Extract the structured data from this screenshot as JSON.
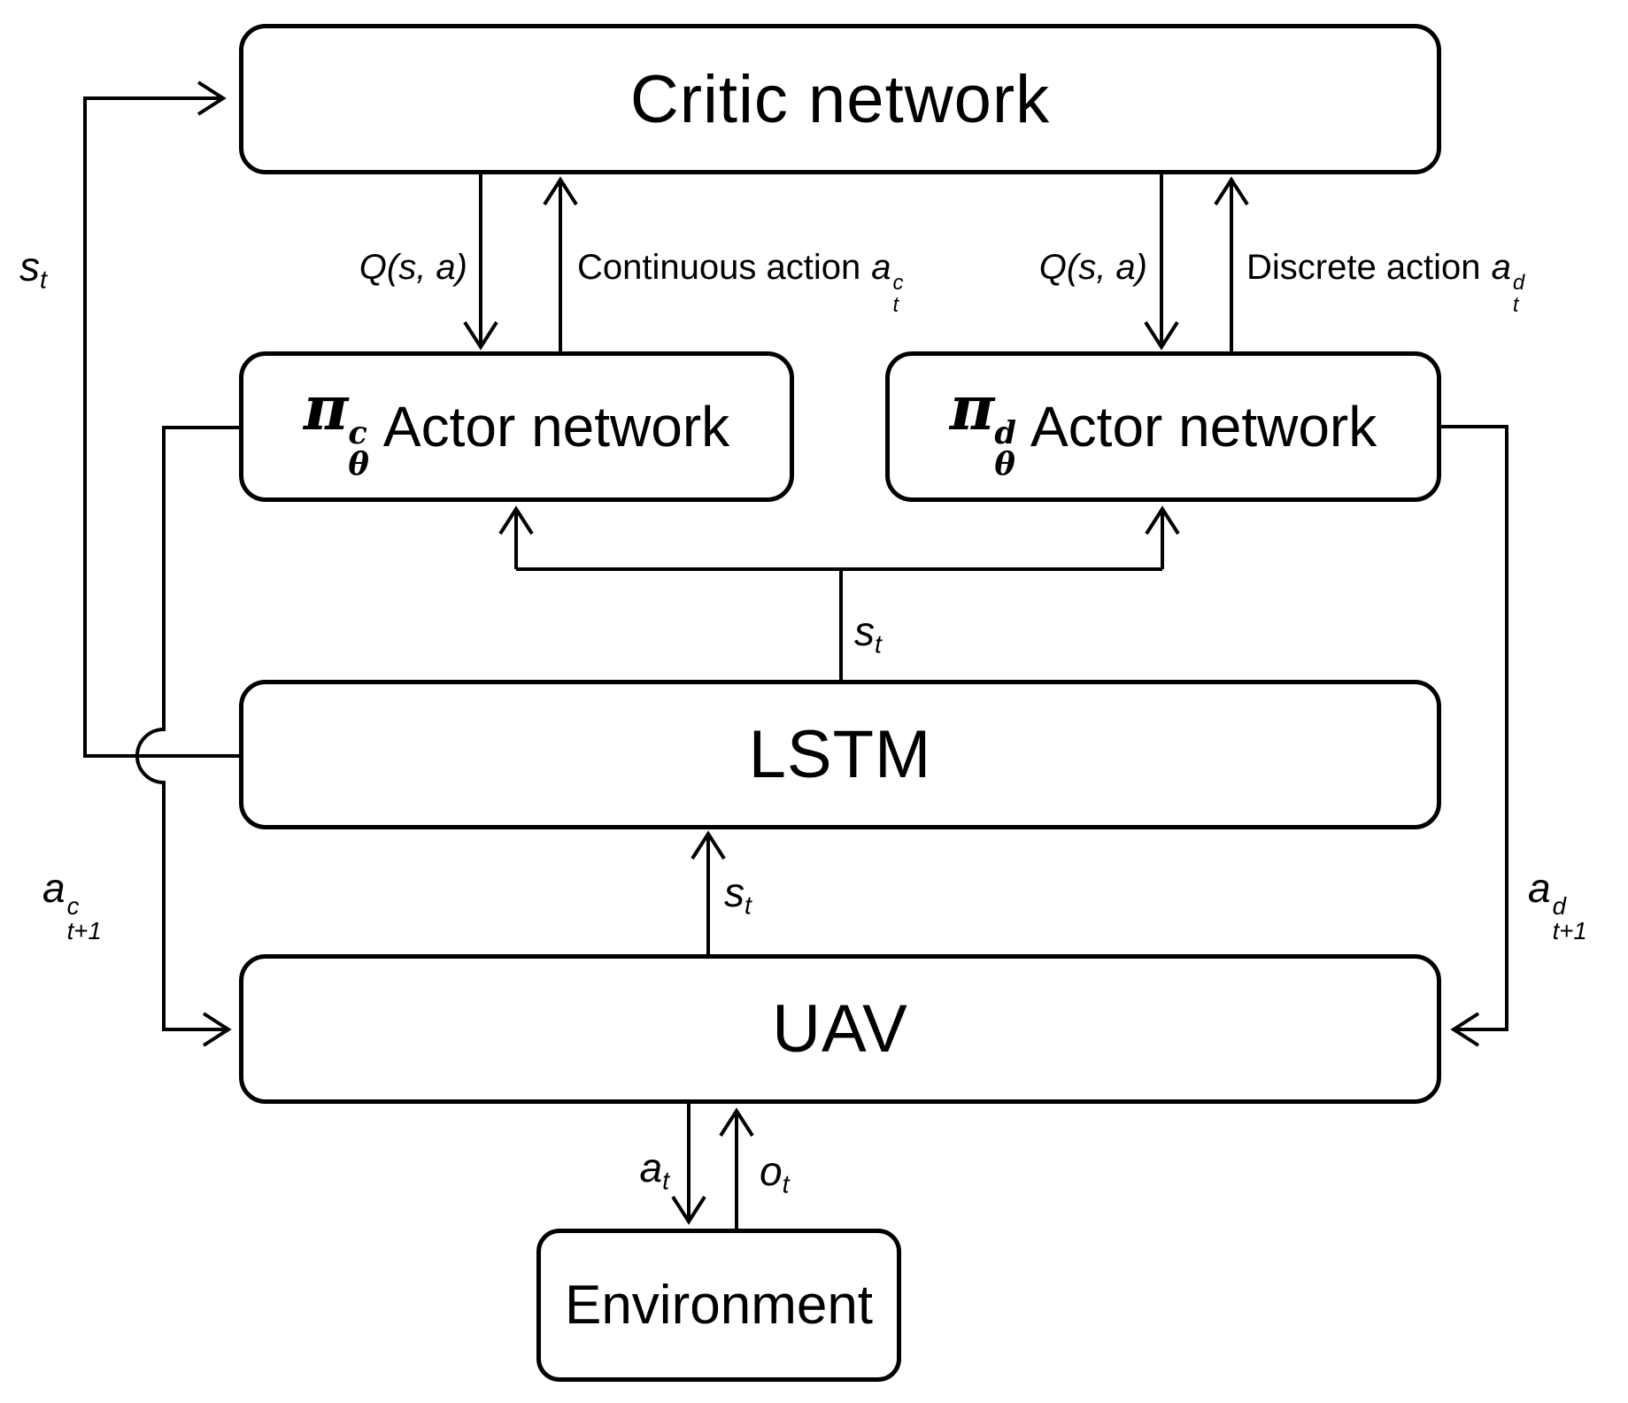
{
  "boxes": {
    "critic": {
      "label": "Critic network"
    },
    "actor_c": {
      "pi": "π",
      "sup": "c",
      "sub": "θ",
      "label": "Actor network"
    },
    "actor_d": {
      "pi": "π",
      "sup": "d",
      "sub": "θ",
      "label": "Actor network"
    },
    "lstm": {
      "label": "LSTM"
    },
    "uav": {
      "label": "UAV"
    },
    "environment": {
      "label": "Environment"
    }
  },
  "edges": {
    "state_to_critic": {
      "base": "s",
      "sub": "t"
    },
    "q_left": {
      "label": "Q(s, a)"
    },
    "continuous_action": {
      "text": "Continuous action",
      "base": "a",
      "sup": "c",
      "sub": "t"
    },
    "q_right": {
      "label": "Q(s, a)"
    },
    "discrete_action": {
      "text": "Discrete action",
      "base": "a",
      "sup": "d",
      "sub": "t"
    },
    "state_to_actors": {
      "base": "s",
      "sub": "t"
    },
    "state_to_lstm": {
      "base": "s",
      "sub": "t"
    },
    "action_c_next": {
      "base": "a",
      "sup": "c",
      "sub": "t+1"
    },
    "action_d_next": {
      "base": "a",
      "sup": "d",
      "sub": "t+1"
    },
    "action_to_env": {
      "base": "a",
      "sub": "t"
    },
    "obs_to_uav": {
      "base": "o",
      "sub": "t"
    }
  },
  "colors": {
    "stroke": "#000000",
    "background": "#ffffff",
    "box_fill": "#ffffff"
  }
}
